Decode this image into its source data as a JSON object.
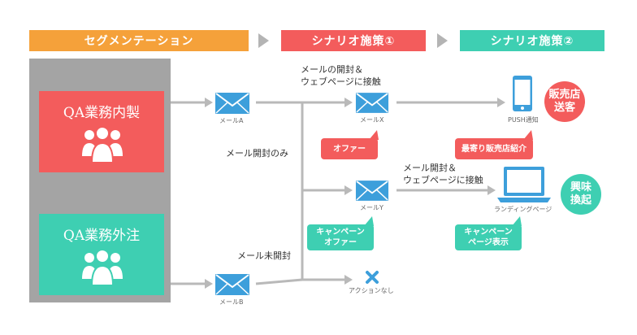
{
  "headers": {
    "segmentation": "セグメンテーション",
    "scenario1": "シナリオ施策①",
    "scenario2": "シナリオ施策②"
  },
  "segments": {
    "inhouse": "QA業務内製",
    "outsourced": "QA業務外注"
  },
  "mails": {
    "mail_a": "メールA",
    "mail_b": "メールB",
    "mail_x": "メールX",
    "mail_y": "メールY",
    "no_action": "アクションなし"
  },
  "conditions": {
    "open_access_1": "メールの開封＆\nウェブページに接触",
    "open_only": "メール開封のみ",
    "open_access_2": "メール開封＆\nウェブページに接触",
    "not_opened": "メール未開封"
  },
  "bubbles": {
    "offer": "オファー",
    "campaign_offer": "キャンペーン\nオファー",
    "nearest_store": "最寄り販売店紹介",
    "campaign_page": "キャンペーン\nページ表示"
  },
  "devices": {
    "push": "PUSH通知",
    "landing": "ランディングページ"
  },
  "circles": {
    "store": "販売店\n送客",
    "interest": "興味\n換起"
  },
  "colors": {
    "orange": "#f5a13a",
    "red": "#f35c5c",
    "teal": "#3ecfb2",
    "blue": "#3d9fdb",
    "gray_panel": "#a4a4a4",
    "connector": "#b9b9b9"
  }
}
